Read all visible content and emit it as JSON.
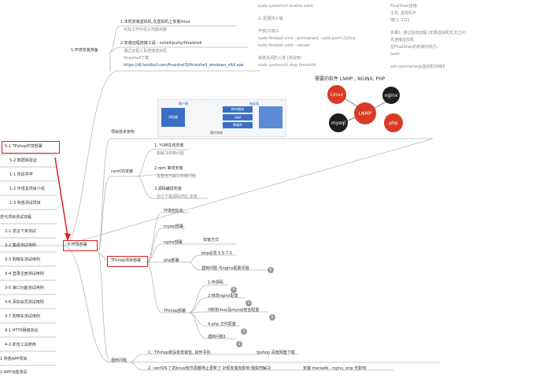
{
  "left_nav": [
    "5-1 TPshop环境部署",
    "5-2 数据库验证",
    "1-1 阶段导学",
    "1-2 环境及项目介绍",
    "1-3 熟悉测试项目",
    "迭代项目测试流程",
    "2-1 发言下单测试",
    "3-2 集成测试用例",
    "3-3 购物车测试用例",
    "3-4 登录注册测试用例",
    "3-5 接口功能测试用例",
    "3-6 添加会员测试用例",
    "3-7 购物车测试用例",
    "4-1 HTTP网络协议",
    "4-2 抓包工具使用",
    "1 熟悉APP项目",
    "2 APP功能测试"
  ],
  "node_env_prep": "1.环境安装准备",
  "env_items": [
    {
      "title": "1.本机安装虚拟机,在虚拟机上安装linux",
      "sub": [
        "实际工作中是公司服务器"
      ]
    },
    {
      "title": "2.安装远程连接工具 - xshell/putty/finalshell",
      "sub": [
        "通过远程工具连接虚拟机",
        "finalshell下载"
      ],
      "link": "https://dl.hostbuf.com/finalshell3/finalshell_windows_x64.exe"
    }
  ],
  "firewall_notes": [
    "sudo systemctl enable sshd",
    "",
    "2. 配置防火墙",
    "",
    "开放22端口",
    "sudo firewall-cmd --permanent --add-port=22/tcp",
    "sudo firewall-cmd --reload",
    "",
    "或者关闭防火墙 (测试用)",
    "sudo systemctl stop firewalld"
  ],
  "finalshell_notes": [
    "FinalShell连接:",
    "主机: 虚拟机IP",
    "端口: 22/2",
    "",
    "步骤1: 通过自动远程 (如果虚拟机无法立IP)",
    "先连接虚拟机",
    "在FinalShell的终端中执行:",
    "bash",
    "",
    "ssh username@虚拟机内网IP"
  ],
  "software_title": "需要的软件 LNMP , NGINX, PHP",
  "lnmp_nodes": {
    "center": "LNMP",
    "linux": "Linux",
    "nginx": "nginx",
    "mysql": "mysql",
    "php": "php"
  },
  "arch": {
    "h1": "客户端",
    "h2": "服务器",
    "b1": "浏览器",
    "b2": "Web服务",
    "b3": "PHP",
    "b4": "数据库",
    "caption": "操作系统"
  },
  "node_arch": "项目技术架构",
  "node_deploy": "2.环境部署",
  "node_centos": "centOS安装",
  "centos_items": [
    {
      "title": "1. YUM在线安装",
      "sub": "能解决依赖问题"
    },
    {
      "title": "2.rpm 离线安装",
      "sub": "需要自己解决依赖问题"
    },
    {
      "title": "3.源码编译安装",
      "sub": "自己下载源码然后,安装"
    }
  ],
  "node_tpshop": "TPshop项目部署",
  "tp_items": {
    "env_init": "环境初始化",
    "mysql": "mysql部署",
    "nginx": "nginx部署",
    "install_mode": "安装方式",
    "php": "php部署",
    "php_ver": "php必须 5.5-7.0",
    "php_issue": "遇到问题 与nginx配置问题",
    "tpshop": "TPshop部署",
    "steps": [
      "1.传源码",
      "2.修改nginx配置",
      "3修改linux及mysql安全配置",
      "4.php 文件配置",
      "遇到问题1"
    ]
  },
  "badges": [
    "6",
    "4",
    "1",
    "1",
    "1",
    "1"
  ],
  "node_issues": "遇到问题",
  "issue_items": [
    {
      "text": "1、TPshop我没有安装包, 如何寻找",
      "hint": "tpshop 百度网盘下载"
    },
    {
      "text": "2. centOS 7 的linux软件源都停止更新了 对现安装有影响 我如何解决",
      "hint": "安装 mariadb , nginx, php 无影响"
    }
  ]
}
